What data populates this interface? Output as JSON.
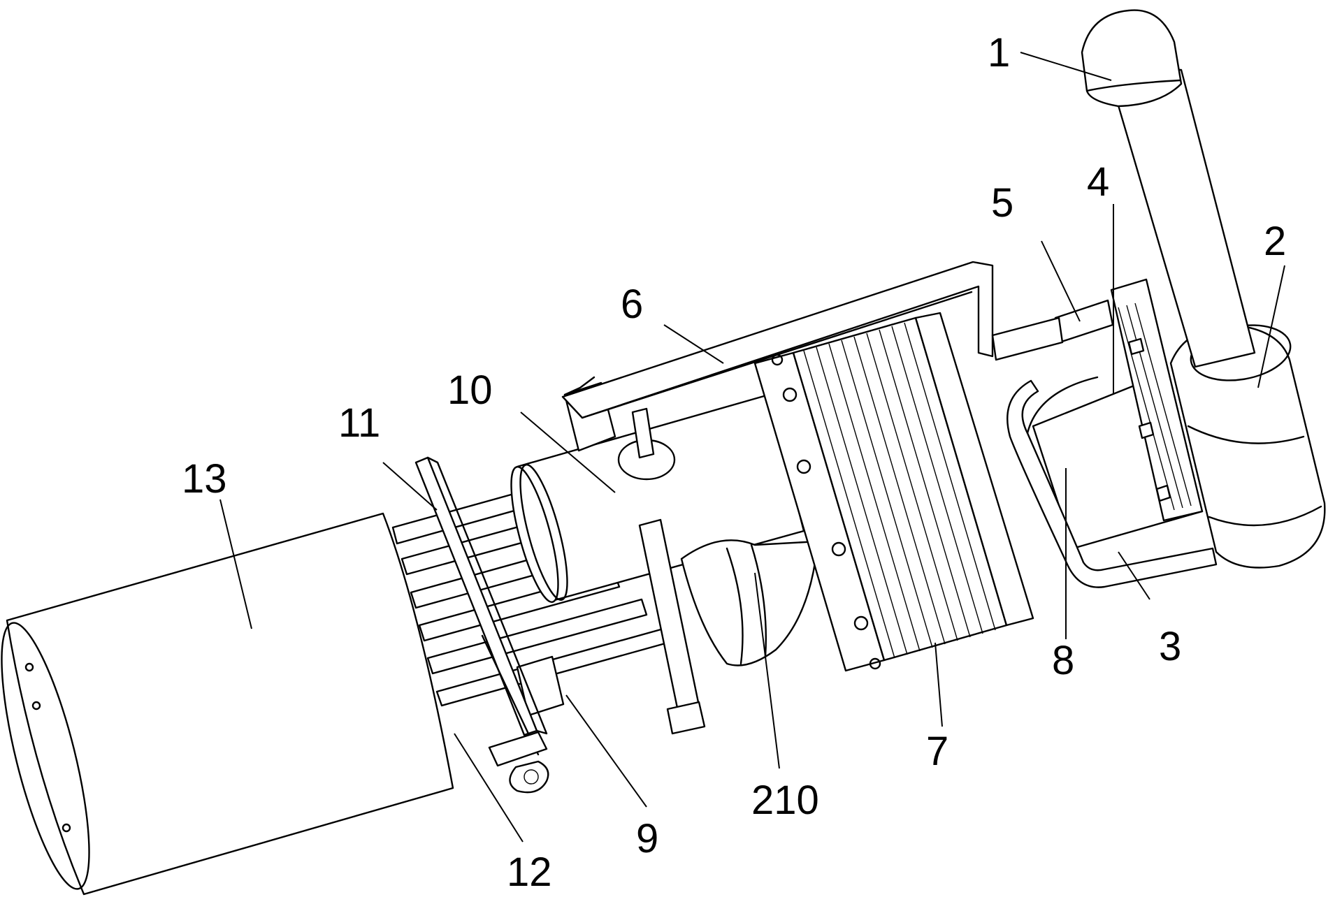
{
  "figure": {
    "background": "#ffffff",
    "line_color": "#000000"
  },
  "callouts": [
    {
      "id": "c1",
      "text": "1"
    },
    {
      "id": "c2",
      "text": "2"
    },
    {
      "id": "c3",
      "text": "3"
    },
    {
      "id": "c4",
      "text": "4"
    },
    {
      "id": "c5",
      "text": "5"
    },
    {
      "id": "c6",
      "text": "6"
    },
    {
      "id": "c7",
      "text": "7"
    },
    {
      "id": "c8",
      "text": "8"
    },
    {
      "id": "c9",
      "text": "9"
    },
    {
      "id": "c10",
      "text": "10"
    },
    {
      "id": "c11",
      "text": "11"
    },
    {
      "id": "c12",
      "text": "12"
    },
    {
      "id": "c13",
      "text": "13"
    },
    {
      "id": "c210",
      "text": "210"
    }
  ]
}
